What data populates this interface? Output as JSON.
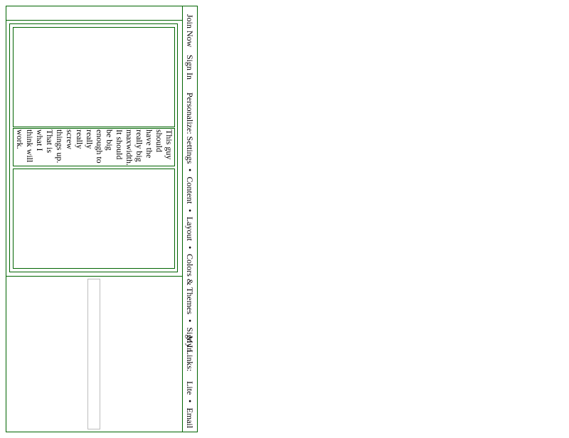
{
  "nav": {
    "join_now": "Join Now",
    "sign_in": "Sign In",
    "personalize": {
      "label": "Personalize:",
      "items": [
        "Settings",
        "Content",
        "Layout",
        "Colors & Themes",
        "Sign In"
      ],
      "separator": "•"
    },
    "my_links": {
      "label": "My Links:",
      "items": [
        "Lite",
        "Email"
      ],
      "separator": "•"
    }
  },
  "content": {
    "lines": [
      "This guy",
      "should",
      "have the",
      "really big",
      "maxwidth.",
      "It should",
      "be big",
      "enough to",
      "really",
      "really",
      "screw",
      "things up.",
      "That is",
      "what I",
      "think will",
      "work."
    ]
  },
  "colors": {
    "border_green": "#006400",
    "gray_box": "#bdbdbd"
  }
}
